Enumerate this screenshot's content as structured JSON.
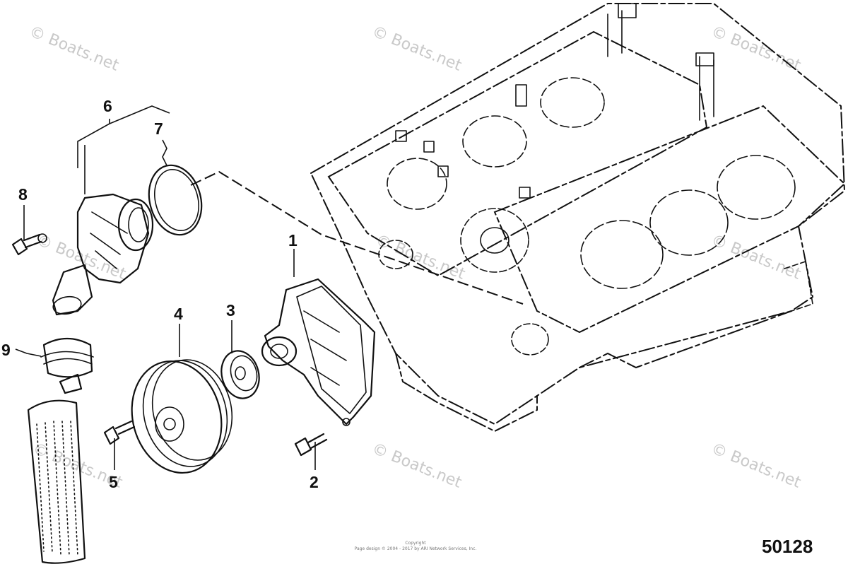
{
  "diagram": {
    "figure_number": "50128",
    "callouts": [
      {
        "id": "1",
        "label": "1"
      },
      {
        "id": "2",
        "label": "2"
      },
      {
        "id": "3",
        "label": "3"
      },
      {
        "id": "4",
        "label": "4"
      },
      {
        "id": "5",
        "label": "5"
      },
      {
        "id": "6",
        "label": "6"
      },
      {
        "id": "7",
        "label": "7"
      },
      {
        "id": "8",
        "label": "8"
      },
      {
        "id": "9",
        "label": "9"
      }
    ],
    "watermark": "© Boats.net",
    "copyright_line1": "Copyright",
    "copyright_line2": "Page design © 2004 - 2017 by ARI Network Services, Inc."
  }
}
